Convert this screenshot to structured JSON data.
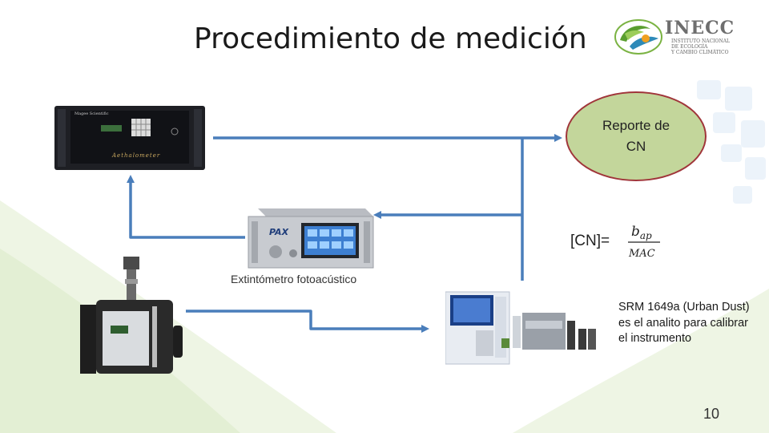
{
  "slide": {
    "title": "Procedimiento de medición",
    "page_number": "10"
  },
  "logo": {
    "name": "INECC",
    "subtitle": "INSTITUTO NACIONAL\nDE ECOLOGÍA\nY CAMBIO CLIMÁTICO"
  },
  "devices": {
    "aethalometer": {
      "panel_brand": "Magee Scientific",
      "panel_label": "Aethalometer"
    },
    "extinctometer": {
      "caption": "Extintómetro fotoacústico",
      "panel_label": "PAX"
    },
    "sampler": {},
    "analyzer": {}
  },
  "report": {
    "label": "Reporte de CN"
  },
  "formula": {
    "lhs": "[CN]=",
    "numerator": "b",
    "numerator_sub": "ap",
    "denominator": "MAC"
  },
  "note": {
    "text": "SRM 1649a (Urban Dust) es el analito para calibrar el instrumento"
  },
  "colors": {
    "arrow": "#4a7ebb",
    "report_fill": "#c3d69b",
    "report_border": "#a0353a"
  }
}
